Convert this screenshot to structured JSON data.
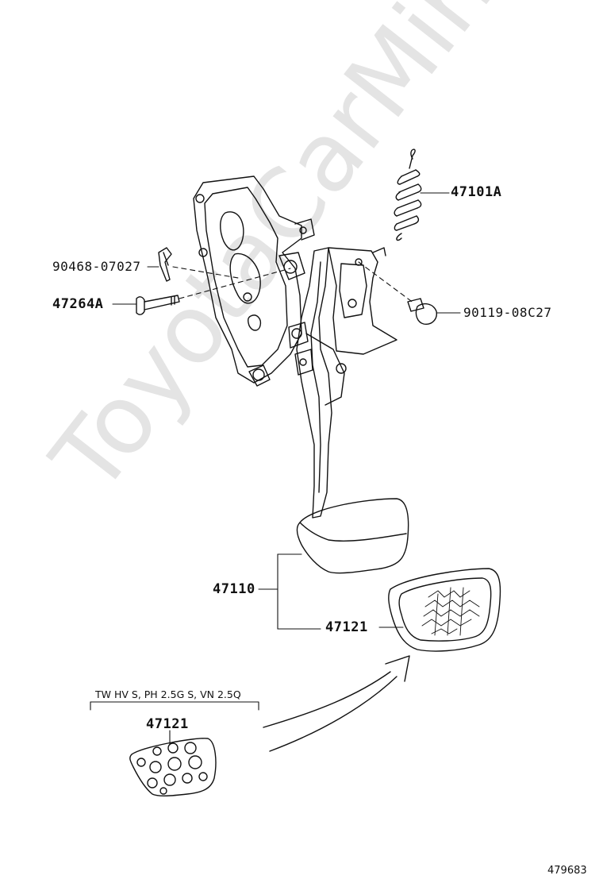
{
  "watermark": "ToyotaCarMine.ru",
  "parts": {
    "spring": "47101A",
    "clip": "90468-07027",
    "pin": "47264A",
    "stopper": "90119-08C27",
    "pedal_assy": "47110",
    "pad": "47121",
    "pad_variant": "47121"
  },
  "condition_note": "TW HV S, PH 2.5G S, VN 2.5Q",
  "illustration_number": "479683"
}
